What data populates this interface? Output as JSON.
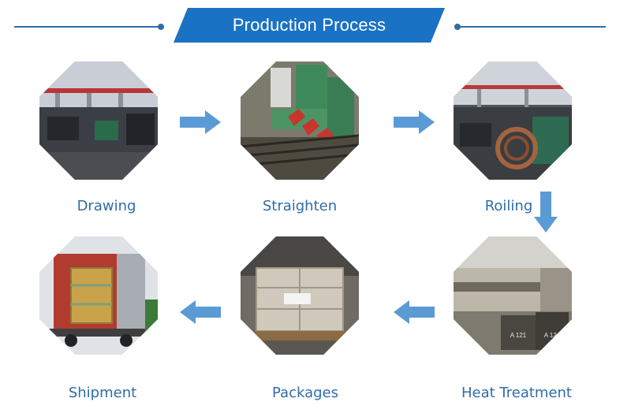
{
  "header": {
    "title": "Production Process"
  },
  "colors": {
    "accent": "#1a72c4",
    "line": "#2f6ca8",
    "arrow": "#5b9bd5",
    "label": "#2f6ca8"
  },
  "steps": [
    {
      "label": "Drawing"
    },
    {
      "label": "Straighten"
    },
    {
      "label": "Roiling"
    },
    {
      "label": "Heat Treatment"
    },
    {
      "label": "Packages"
    },
    {
      "label": "Shipment"
    }
  ]
}
